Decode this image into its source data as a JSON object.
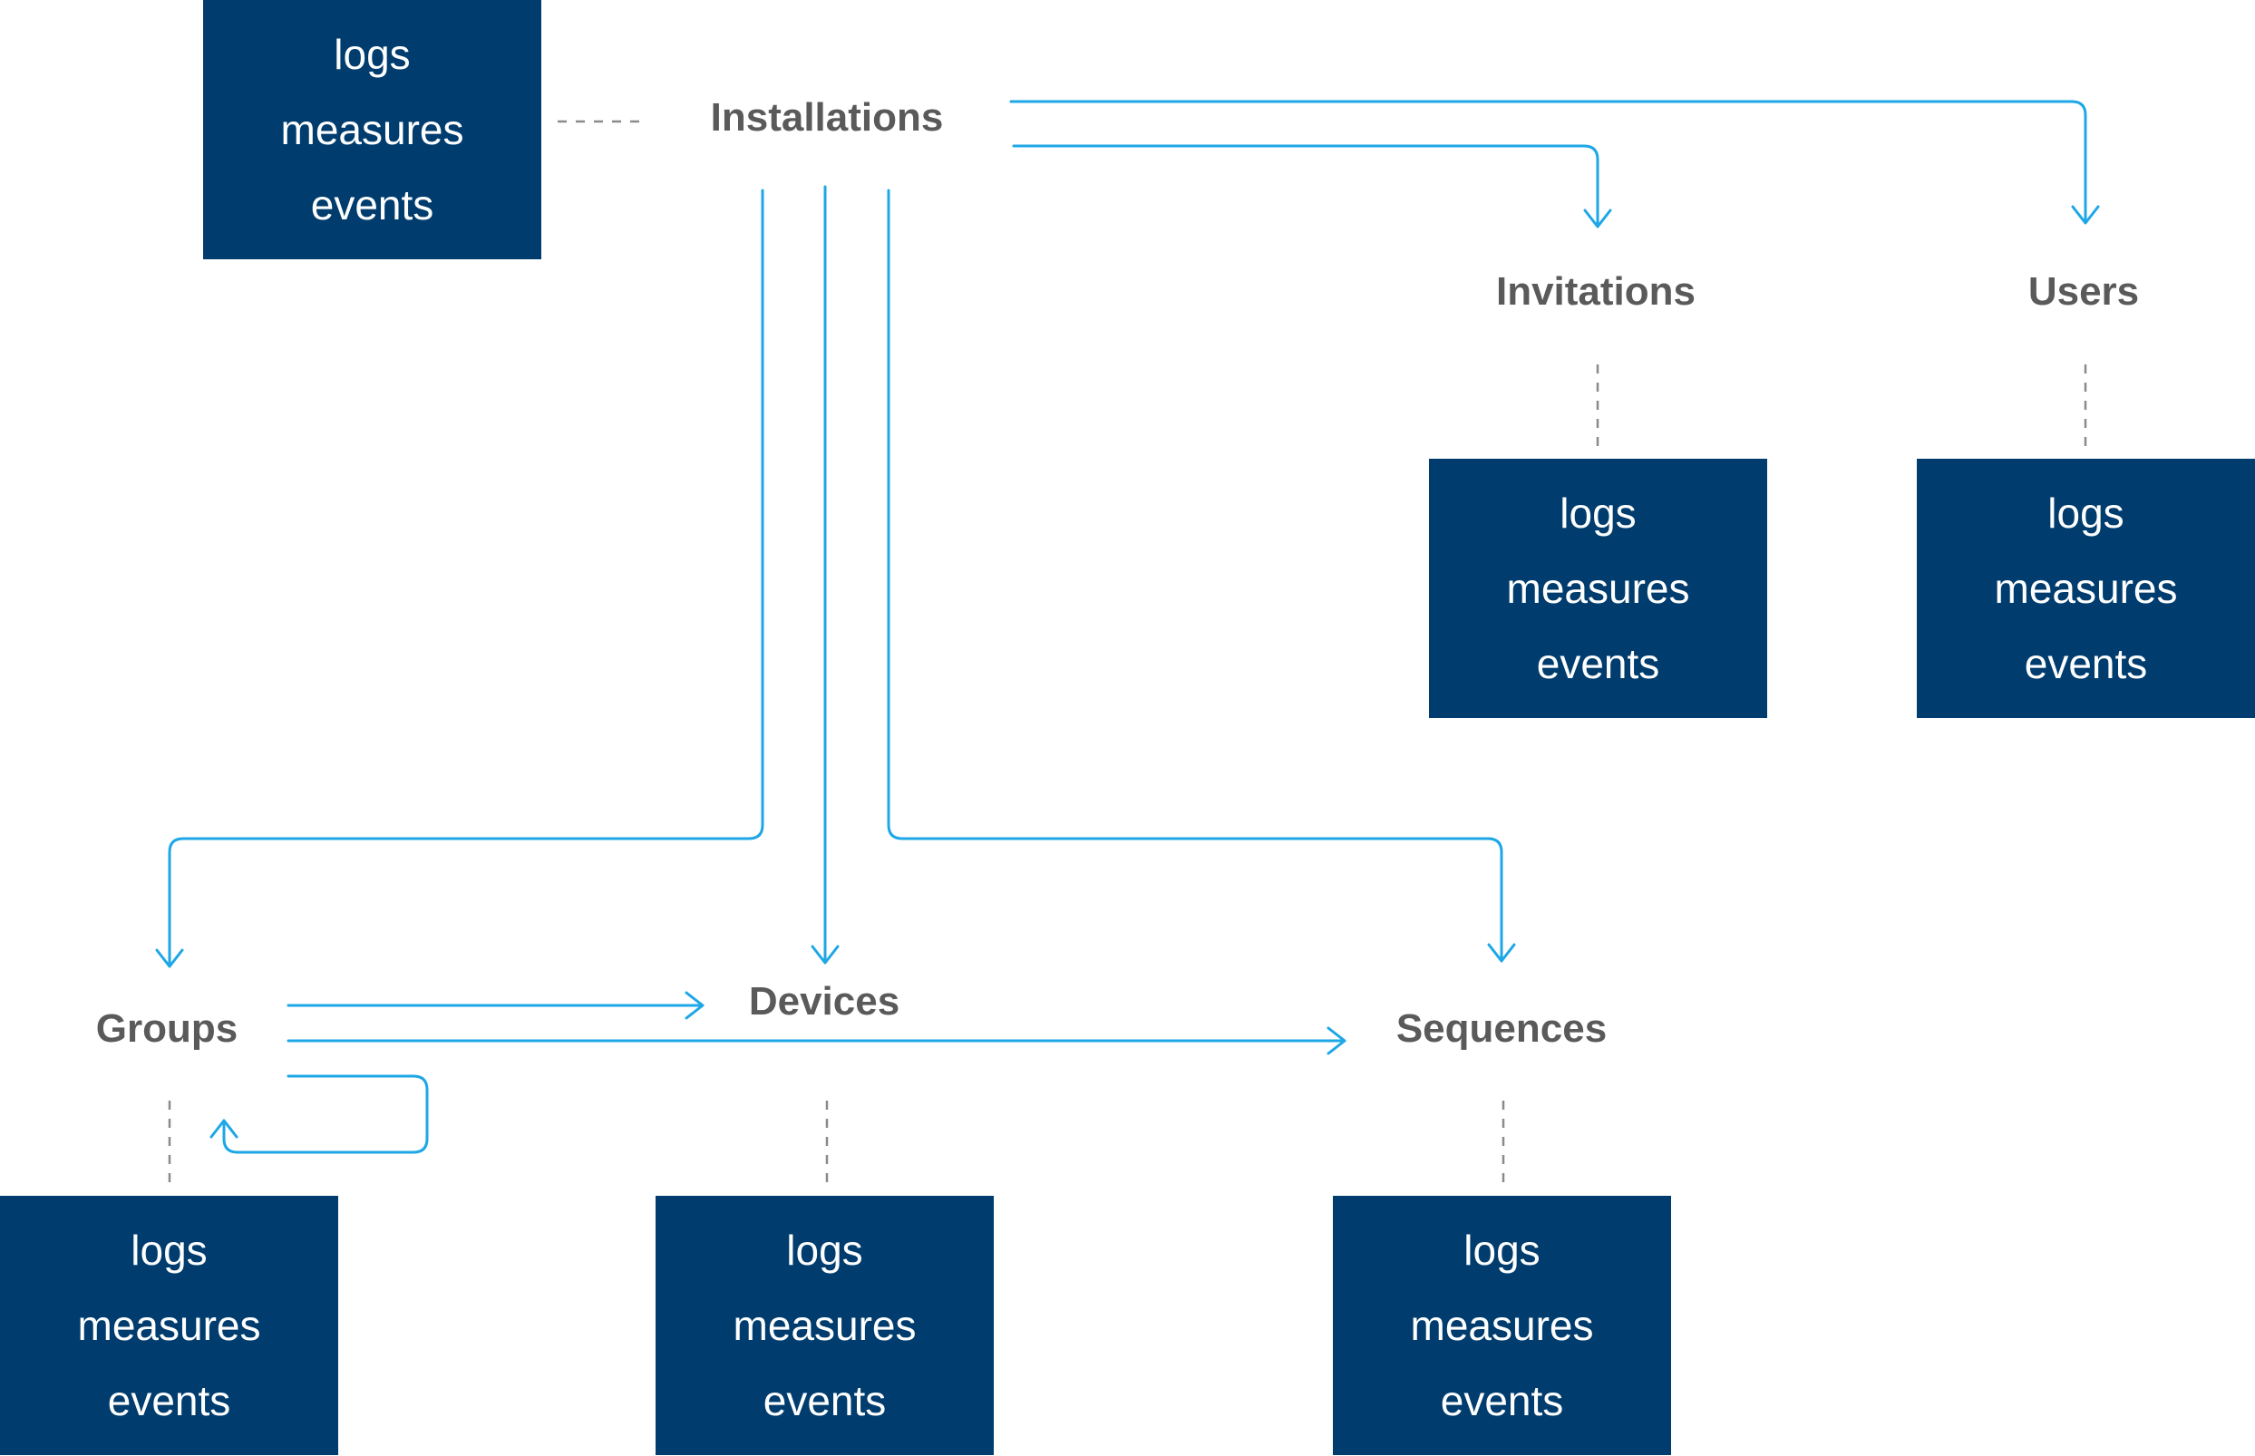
{
  "colors": {
    "box": "#003d6e",
    "arrow": "#1ea7e6",
    "label": "#5a5a5a",
    "connector": "#8a8a8a"
  },
  "entities": {
    "installations": "Installations",
    "invitations": "Invitations",
    "users": "Users",
    "groups": "Groups",
    "devices": "Devices",
    "sequences": "Sequences"
  },
  "stores": {
    "installations": [
      "logs",
      "measures",
      "events"
    ],
    "invitations": [
      "logs",
      "measures",
      "events"
    ],
    "users": [
      "logs",
      "measures",
      "events"
    ],
    "groups": [
      "logs",
      "measures",
      "events"
    ],
    "devices": [
      "logs",
      "measures",
      "events"
    ],
    "sequences": [
      "logs",
      "measures",
      "events"
    ]
  },
  "relations": [
    {
      "from": "installations",
      "to": "invitations"
    },
    {
      "from": "installations",
      "to": "users"
    },
    {
      "from": "installations",
      "to": "groups"
    },
    {
      "from": "installations",
      "to": "devices"
    },
    {
      "from": "installations",
      "to": "sequences"
    },
    {
      "from": "groups",
      "to": "devices"
    },
    {
      "from": "groups",
      "to": "sequences"
    },
    {
      "from": "groups",
      "to": "groups"
    }
  ]
}
